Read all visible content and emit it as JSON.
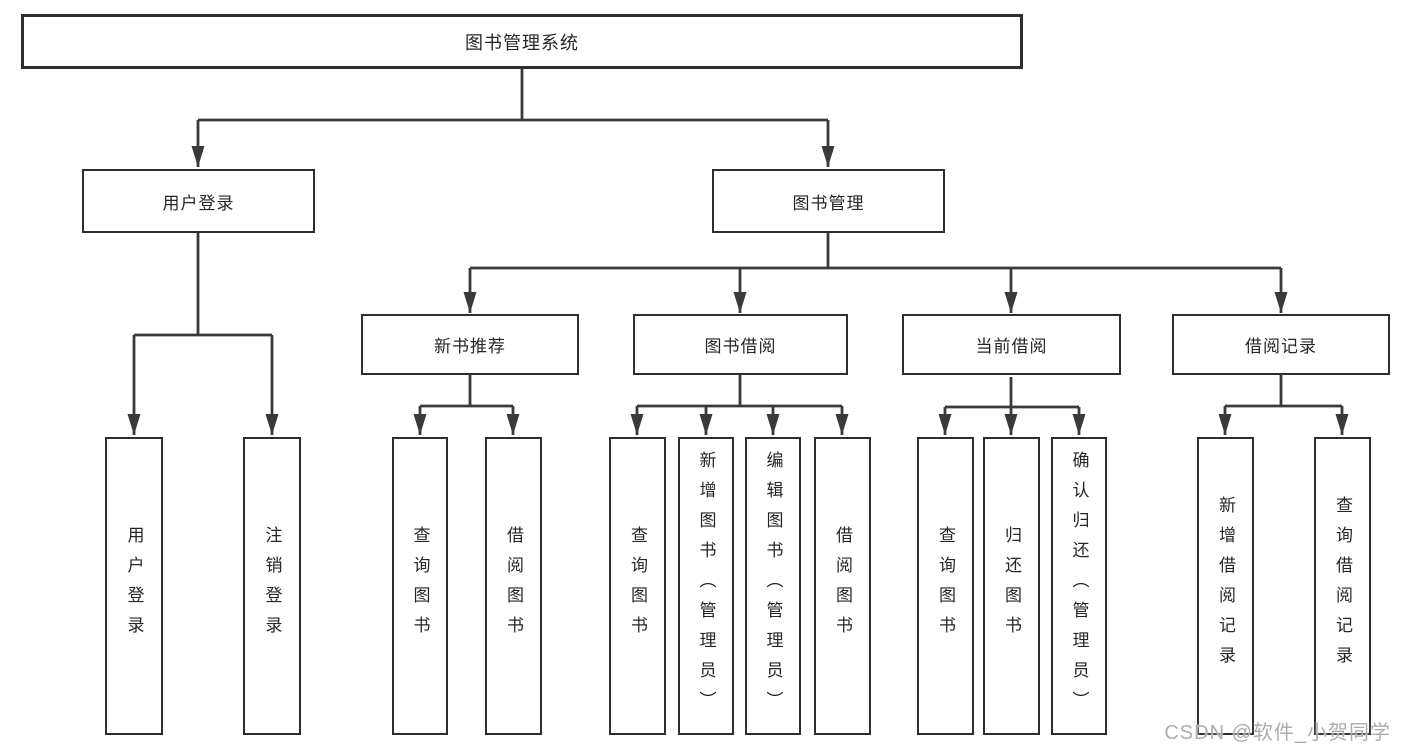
{
  "watermark": "CSDN @软件_小贺同学",
  "colors": {
    "line": "#3a3a3a",
    "box_border": "#2e2e2e",
    "text": "#262626",
    "watermark": "#adadad",
    "background": "#ffffff"
  },
  "tree": {
    "label": "图书管理系统",
    "children": [
      {
        "label": "用户登录",
        "children": [
          {
            "label": "用户登录"
          },
          {
            "label": "注销登录"
          }
        ]
      },
      {
        "label": "图书管理",
        "children": [
          {
            "label": "新书推荐",
            "children": [
              {
                "label": "查询图书"
              },
              {
                "label": "借阅图书"
              }
            ]
          },
          {
            "label": "图书借阅",
            "children": [
              {
                "label": "查询图书"
              },
              {
                "label": "新增图书（管理员）"
              },
              {
                "label": "编辑图书（管理员）"
              },
              {
                "label": "借阅图书"
              }
            ]
          },
          {
            "label": "当前借阅",
            "children": [
              {
                "label": "查询图书"
              },
              {
                "label": "归还图书"
              },
              {
                "label": "确认归还（管理员）"
              }
            ]
          },
          {
            "label": "借阅记录",
            "children": [
              {
                "label": "新增借阅记录"
              },
              {
                "label": "查询借阅记录"
              }
            ]
          }
        ]
      }
    ]
  }
}
